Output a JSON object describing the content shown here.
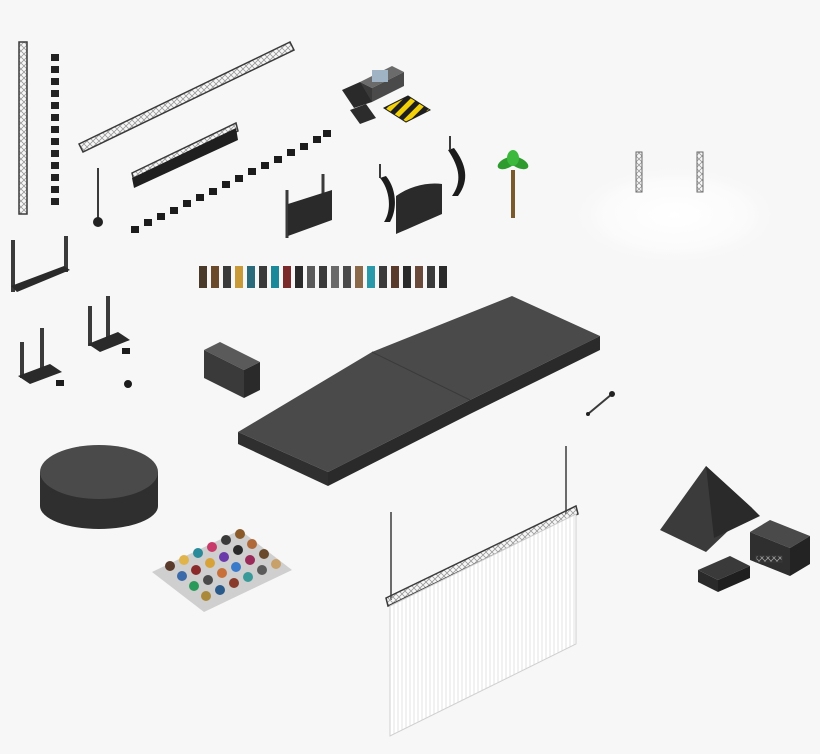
{
  "palette": {
    "background": "#f7f7f7",
    "truss": "#3a3a3a",
    "truss_light": "#9a9a9a",
    "stage_top": "#4a4a4a",
    "stage_side": "#2f2f2f",
    "speaker": "#222222",
    "hazard_yellow": "#f2d10a",
    "palm_green": "#2e9b2e",
    "palm_trunk": "#7a5a2a",
    "curtain": "#ffffff",
    "tent": "#3b3b3b"
  },
  "assets": {
    "vertical_truss": "vertical-truss",
    "diagonal_truss": "diagonal-truss",
    "speaker_column": "speaker-column",
    "light_bar": "light-bar",
    "spotlight_row": "spotlight-row",
    "dj_booth": "dj-booth",
    "hazard_floor": "hazard-floor-panel",
    "led_screens": "led-screens",
    "line_array_speakers": "line-array-speakers",
    "palm_tree": "palm-tree",
    "white_fog": "white-fog-effect",
    "small_stages": "small-truss-stages",
    "avatar_row": "avatar-row",
    "equipment_case": "equipment-case",
    "main_stage": "main-stage-ramp",
    "round_stage": "round-stage",
    "crowd_seating": "crowd-seating",
    "boom_light": "boom-light",
    "curtain_truss": "curtain-with-truss",
    "tent_camp": "tent-camp"
  }
}
